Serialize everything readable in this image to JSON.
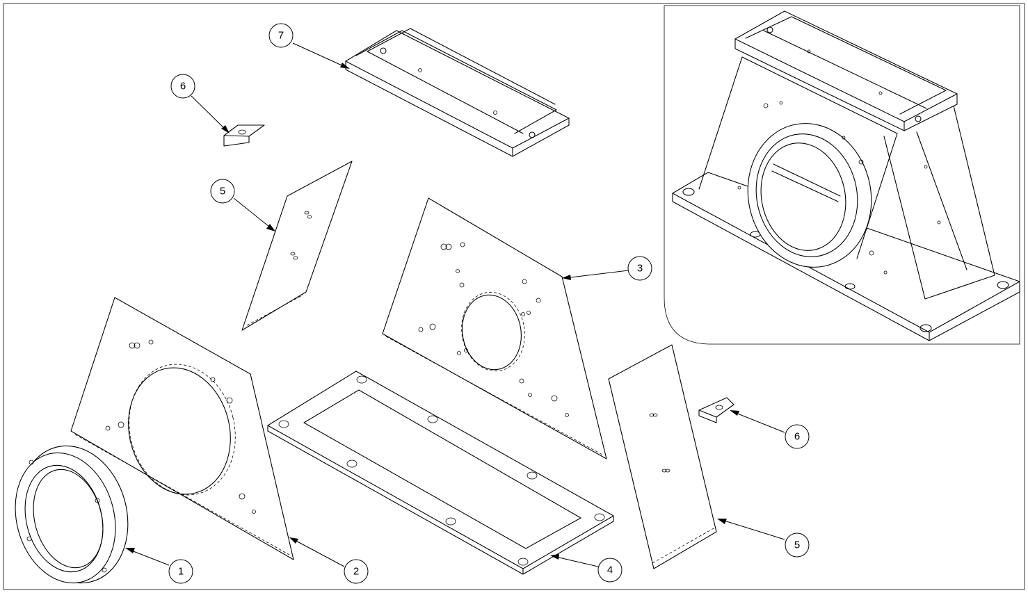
{
  "balloons": [
    {
      "label": "1"
    },
    {
      "label": "2"
    },
    {
      "label": "3"
    },
    {
      "label": "4"
    },
    {
      "label": "5"
    },
    {
      "label": "5"
    },
    {
      "label": "6"
    },
    {
      "label": "6"
    },
    {
      "label": "7"
    }
  ]
}
